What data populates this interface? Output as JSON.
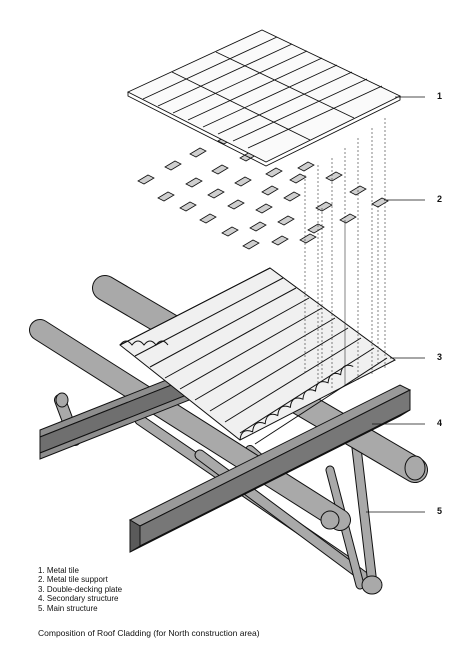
{
  "callouts": [
    "1",
    "2",
    "3",
    "4",
    "5"
  ],
  "legend": [
    "1.  Metal tile",
    "2.  Metal tile support",
    "3.  Double-decking plate",
    "4.  Secondary structure",
    "5.  Main structure"
  ],
  "caption": "Composition of Roof Cladding (for North construction area)",
  "colors": {
    "ink": "#111111",
    "tube": "#a9a9a9",
    "beam": "#8e8e8e",
    "paper": "#ffffff"
  }
}
